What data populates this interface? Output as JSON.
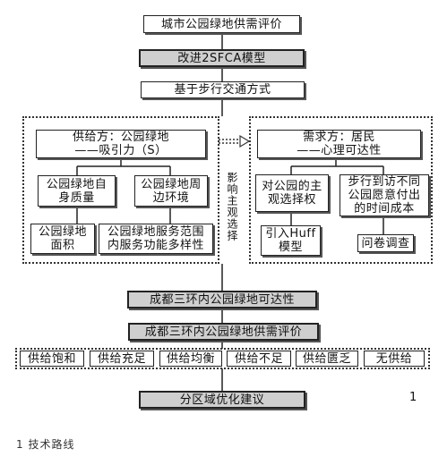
{
  "title": "城市公园绿地供需评价",
  "step2": "改进2SFCA模型",
  "step3": "基于步行交通方式",
  "supply": {
    "head_line1": "供给方：公园绿地",
    "head_line2": "——吸引力（S）",
    "quality": "公园绿地自身质量",
    "environment": "公园绿地周边环境",
    "area": "公园绿地面积",
    "service": "公园绿地服务范围内服务功能多样性"
  },
  "influence": "影响主观选择",
  "demand": {
    "head_line1": "需求方：居民",
    "head_line2": "——心理可达性",
    "choice": "对公园的主观选择权",
    "time_cost": "步行到访不同公园愿意付出的时间成本",
    "huff": "引入Huff模型",
    "survey": "问卷调查"
  },
  "accessibility": "成都三环内公园绿地可达性",
  "evaluation": "成都三环内公园绿地供需评价",
  "categories": [
    "供给饱和",
    "供给充足",
    "供给均衡",
    "供给不足",
    "供给匮乏",
    "无供给"
  ],
  "suggestion": "分区域优化建议",
  "page_number": "1",
  "caption": "1 技术路线"
}
